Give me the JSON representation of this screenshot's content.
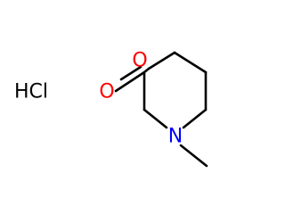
{
  "molecule": {
    "salt": "HCl",
    "atoms": {
      "ring_oxygen": "O",
      "carbonyl_oxygen": "O",
      "nitrogen": "N"
    },
    "colors": {
      "oxygen": "#ff0000",
      "nitrogen": "#0000ff",
      "salt": "#000000",
      "bond": "#000000"
    }
  }
}
